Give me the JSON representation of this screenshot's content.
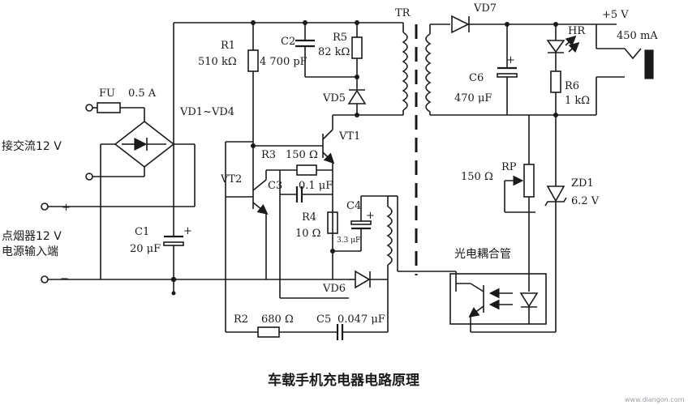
{
  "title": "车载手机充电器电路原理",
  "watermark": "www.diangon.com",
  "inputs": {
    "ac_label": "接交流12 V",
    "plus": "+",
    "minus": "−",
    "dc_line1": "点烟器12 V",
    "dc_line2": "电源输入端"
  },
  "output": {
    "voltage": "+5 V",
    "current": "450 mA"
  },
  "optocoupler_label": "光电耦合管",
  "components": {
    "FU": {
      "ref": "FU",
      "value": "0.5 A"
    },
    "bridge": {
      "ref": "VD1~VD4"
    },
    "C1": {
      "ref": "C1",
      "value": "20 μF"
    },
    "R1": {
      "ref": "R1",
      "value": "510 kΩ"
    },
    "C2": {
      "ref": "C2",
      "value": "4 700 pF"
    },
    "R5": {
      "ref": "R5",
      "value": "82 kΩ"
    },
    "VD5": {
      "ref": "VD5"
    },
    "VT1": {
      "ref": "VT1"
    },
    "VT2": {
      "ref": "VT2"
    },
    "R3": {
      "ref": "R3",
      "value": "150 Ω"
    },
    "C3": {
      "ref": "C3",
      "value": "0.1 μF"
    },
    "R4": {
      "ref": "R4",
      "value": "10 Ω"
    },
    "C4": {
      "ref": "C4",
      "value": "3.3 μF"
    },
    "VD6": {
      "ref": "VD6"
    },
    "R2": {
      "ref": "R2",
      "value": "680 Ω"
    },
    "C5": {
      "ref": "C5",
      "value": "0.047 μF"
    },
    "TR": {
      "ref": "TR"
    },
    "VD7": {
      "ref": "VD7"
    },
    "C6": {
      "ref": "C6",
      "value": "470 μF"
    },
    "HR": {
      "ref": "HR"
    },
    "R6": {
      "ref": "R6",
      "value": "1 kΩ"
    },
    "RP": {
      "ref": "RP",
      "value": "150 Ω"
    },
    "ZD1": {
      "ref": "ZD1",
      "value": "6.2 V"
    }
  }
}
